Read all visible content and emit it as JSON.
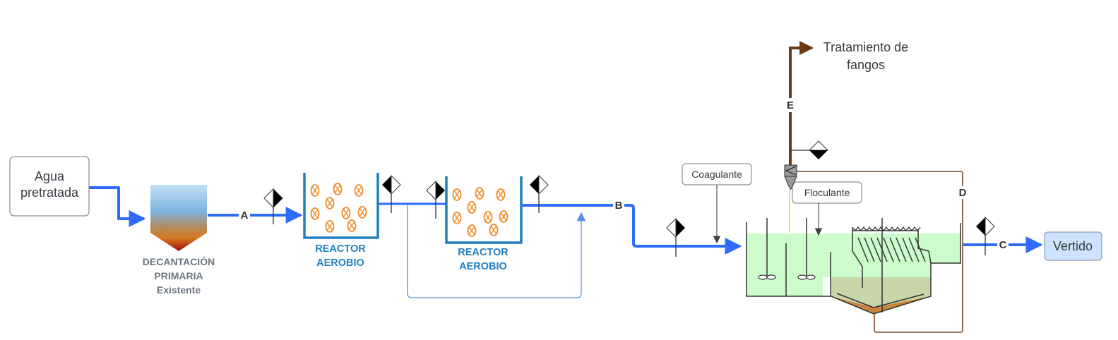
{
  "diagram": {
    "type": "process-flow",
    "colors": {
      "main_flow": "#2f6bff",
      "recirculation": "#5b8cf0",
      "sludge": "#6b3a12",
      "reactor_wall": "#1f7fc0",
      "aeration": "#f08a24",
      "clarifier_water": "#ccfccc",
      "clarifier_sludge": "#c9d6a8",
      "sludge_cone": "#c88440",
      "vertido_fill": "#cfe2fb",
      "reactor_label": "#1f7fc0",
      "decanter_label": "#6b7580"
    }
  },
  "nodes": {
    "inlet": {
      "label_line1": "Agua",
      "label_line2": "pretratada"
    },
    "primary": {
      "label_line1": "DECANTACIÓN",
      "label_line2": "PRIMARIA",
      "label_line3": "Existente"
    },
    "reactor1": {
      "label_line1": "REACTOR",
      "label_line2": "AEROBIO"
    },
    "reactor2": {
      "label_line1": "REACTOR",
      "label_line2": "AEROBIO"
    },
    "coagulant": {
      "label": "Coagulante"
    },
    "flocculant": {
      "label": "Floculante"
    },
    "sludge_treatment": {
      "label_line1": "Tratamiento de",
      "label_line2": "fangos"
    },
    "outlet": {
      "label": "Vertido"
    }
  },
  "streams": {
    "A": "A",
    "B": "B",
    "C": "C",
    "D": "D",
    "E": "E"
  },
  "sampling_points": [
    {
      "id": "sp-a",
      "stream": "A"
    },
    {
      "id": "sp-r1-out"
    },
    {
      "id": "sp-r2-in"
    },
    {
      "id": "sp-r2-out"
    },
    {
      "id": "sp-b"
    },
    {
      "id": "sp-e",
      "stream": "E"
    },
    {
      "id": "sp-c",
      "stream": "C"
    }
  ]
}
